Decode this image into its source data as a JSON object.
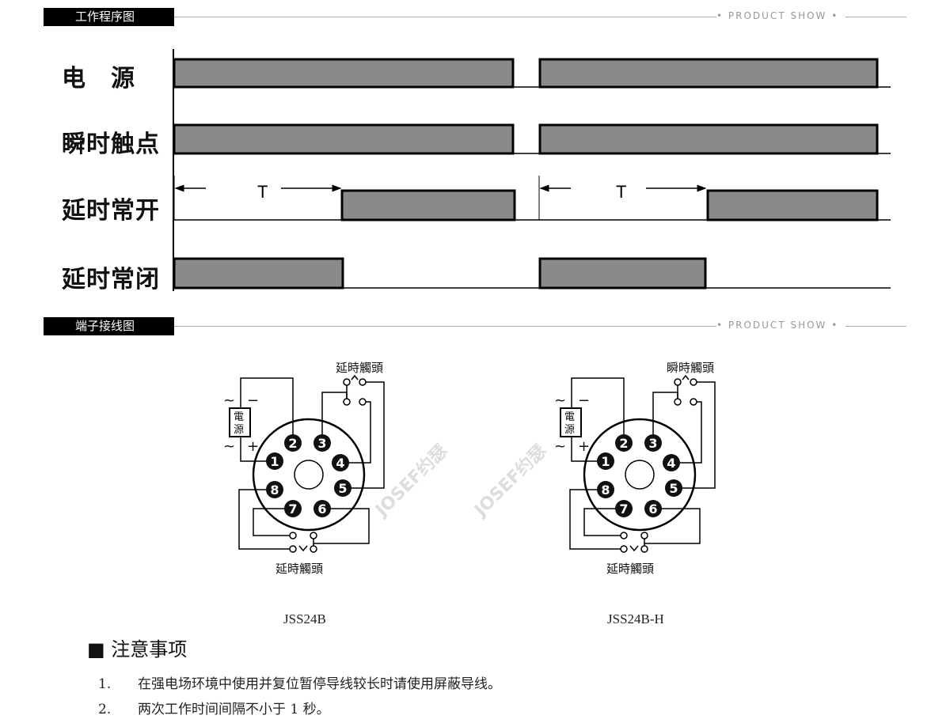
{
  "section1": {
    "title": "工作程序图",
    "tag": "• PRODUCT SHOW •"
  },
  "section2": {
    "title": "端子接线图",
    "tag": "• PRODUCT SHOW •"
  },
  "timing_rows": [
    {
      "label": "电　源"
    },
    {
      "label": "瞬时触点"
    },
    {
      "label": "延时常开",
      "delay_label": "T"
    },
    {
      "label": "延时常闭"
    }
  ],
  "watermark": "JOSEF约瑟",
  "diagrams": [
    {
      "model": "JSS24B",
      "top_label": "延時觸頭",
      "bottom_label": "延時觸頭",
      "power_label": "電源",
      "minus": "−",
      "plus": "+",
      "ac": "~",
      "pins": [
        "1",
        "2",
        "3",
        "4",
        "5",
        "6",
        "7",
        "8"
      ]
    },
    {
      "model": "JSS24B-H",
      "top_label": "瞬時觸頭",
      "bottom_label": "延時觸頭",
      "power_label": "電源",
      "minus": "−",
      "plus": "+",
      "ac": "~",
      "pins": [
        "1",
        "2",
        "3",
        "4",
        "5",
        "6",
        "7",
        "8"
      ]
    }
  ],
  "notes": {
    "title": "■ 注意事项",
    "items": [
      {
        "num": "1.",
        "text": "在强电场环境中使用并复位暂停导线较长时请使用屏蔽导线。"
      },
      {
        "num": "2.",
        "text": "两次工作时间间隔不小于 1 秒。"
      }
    ]
  }
}
